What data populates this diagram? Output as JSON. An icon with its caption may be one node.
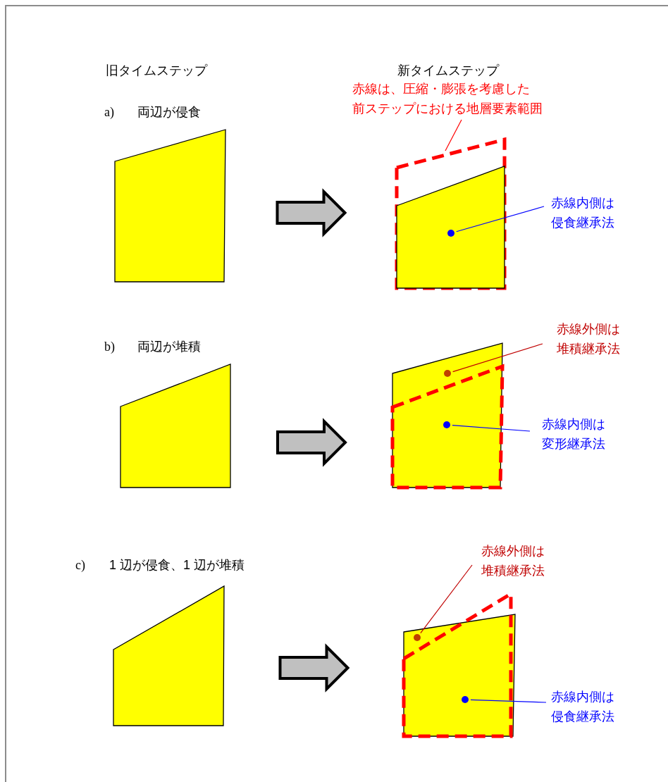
{
  "diagram": {
    "nodes": [
      {
        "text": [],
        "shape": "polygon"
      },
      {
        "text": [],
        "shape": "polygon"
      },
      {
        "text": [],
        "shape": "polygon",
        "in": 1
      },
      {
        "text": [
          "赤線は、圧縮・膨張を考慮した前ステップにおける地層要素範囲"
        ]
      },
      {
        "text": [],
        "shape": "circle",
        "in": 2
      },
      {
        "text": [
          "赤線内側は侵食継承法"
        ]
      },
      {
        "text": [],
        "shape": "polygon"
      },
      {
        "text": [],
        "shape": "polygon"
      },
      {
        "text": [],
        "shape": "polygon",
        "in": 7
      },
      {
        "text": [],
        "shape": "circle",
        "in": 7
      },
      {
        "text": [
          "赤線外側は堆積継承法"
        ]
      },
      {
        "text": [],
        "shape": "circle",
        "in": 8
      },
      {
        "text": [
          "赤線内側は変形継承法"
        ]
      },
      {
        "text": [],
        "shape": "polygon"
      },
      {
        "text": [],
        "shape": "polygon"
      },
      {
        "text": [],
        "shape": "polygon"
      },
      {
        "text": [],
        "shape": "circle",
        "in": 14
      },
      {
        "text": [
          "赤線外側は堆積継承法"
        ]
      },
      {
        "text": [],
        "shape": "circle",
        "in": 14
      },
      {
        "text": [
          "赤線内側は侵食継承法"
        ]
      }
    ],
    "edges": [
      {
        "from": 0,
        "to": 2,
        "arrow": "to",
        "style": "thick"
      },
      {
        "from": 3,
        "to": 1,
        "arrow": "none",
        "color": "#ff0000"
      },
      {
        "from": 5,
        "to": 4,
        "arrow": "none",
        "color": "#0000ff"
      },
      {
        "from": 6,
        "to": 7,
        "arrow": "to",
        "style": "thick"
      },
      {
        "from": 10,
        "to": 9,
        "arrow": "none",
        "color": "#c00000"
      },
      {
        "from": 12,
        "to": 11,
        "arrow": "none",
        "color": "#0000ff"
      },
      {
        "from": 13,
        "to": 14,
        "arrow": "to",
        "style": "thick"
      },
      {
        "from": 17,
        "to": 16,
        "arrow": "none",
        "color": "#c00000"
      },
      {
        "from": 19,
        "to": 18,
        "arrow": "none",
        "color": "#0000ff"
      }
    ],
    "labels": [
      "旧タイムステップ",
      "新タイムステップ",
      "a)",
      "両辺が侵食",
      "b)",
      "両辺が堆積",
      "c)",
      "1 辺が侵食、1 辺が堆積"
    ]
  }
}
